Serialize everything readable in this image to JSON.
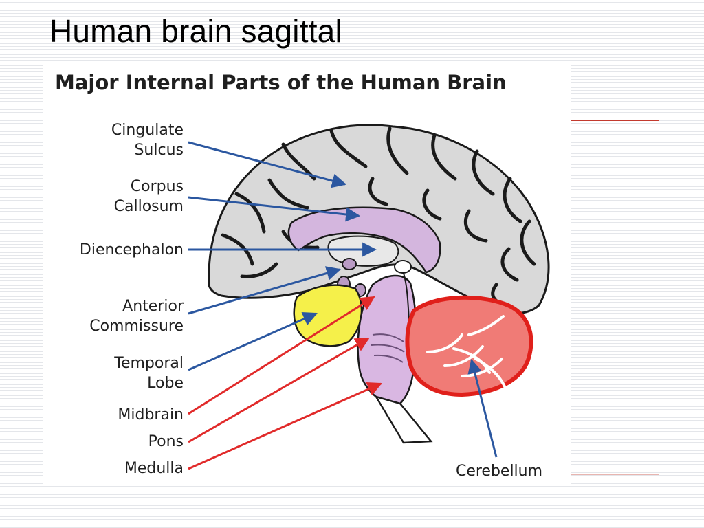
{
  "slide": {
    "title": "Human brain sagittal"
  },
  "diagram": {
    "title": "Major Internal Parts of the Human Brain",
    "labels": {
      "cingulate_sulcus": [
        "Cingulate",
        "Sulcus"
      ],
      "corpus_callosum": [
        "Corpus",
        "Callosum"
      ],
      "diencephalon": "Diencephalon",
      "anterior_commissure": [
        "Anterior",
        "Commissure"
      ],
      "temporal_lobe": [
        "Temporal",
        "Lobe"
      ],
      "midbrain": "Midbrain",
      "pons": "Pons",
      "medulla": "Medulla",
      "cerebellum": "Cerebellum"
    },
    "colors": {
      "cerebrum": "#d9d9d9",
      "corpus_callosum": "#d4b6de",
      "brainstem": "#d9b7e2",
      "temporal_lobe": "#f5f04a",
      "cerebellum": "#f07b76",
      "cerebellum_edge": "#e0201b",
      "upper_pointers": "#2b57a0",
      "lower_pointers": "#e12a2a"
    }
  }
}
